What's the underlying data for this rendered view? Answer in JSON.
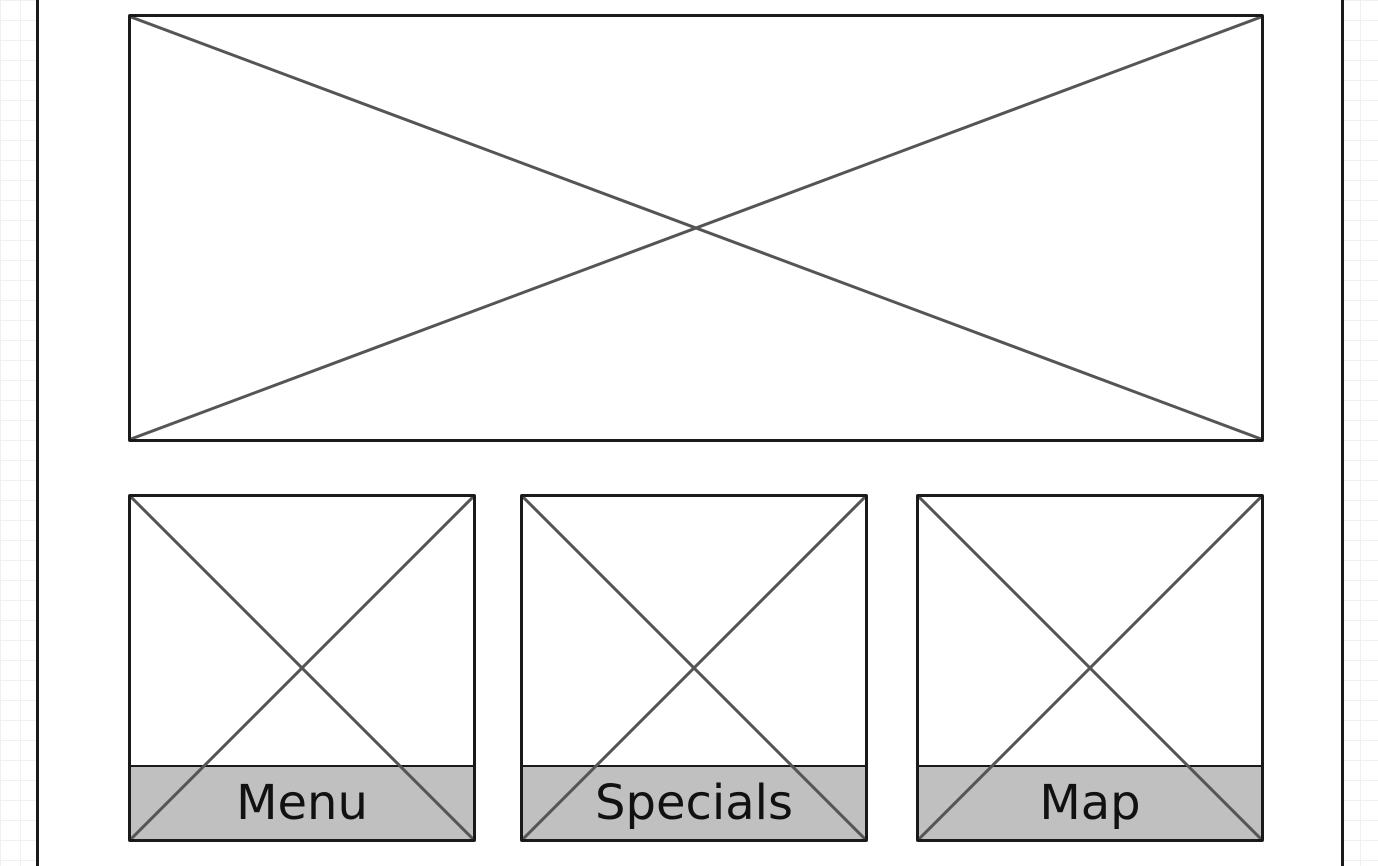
{
  "hero": {
    "icon": "image-placeholder-icon"
  },
  "cards": [
    {
      "label": "Menu",
      "icon": "image-placeholder-icon"
    },
    {
      "label": "Specials",
      "icon": "image-placeholder-icon"
    },
    {
      "label": "Map",
      "icon": "image-placeholder-icon"
    }
  ],
  "colors": {
    "stroke": "#555555",
    "border": "#1a1a1a",
    "label_background": "#c0c0c0"
  }
}
